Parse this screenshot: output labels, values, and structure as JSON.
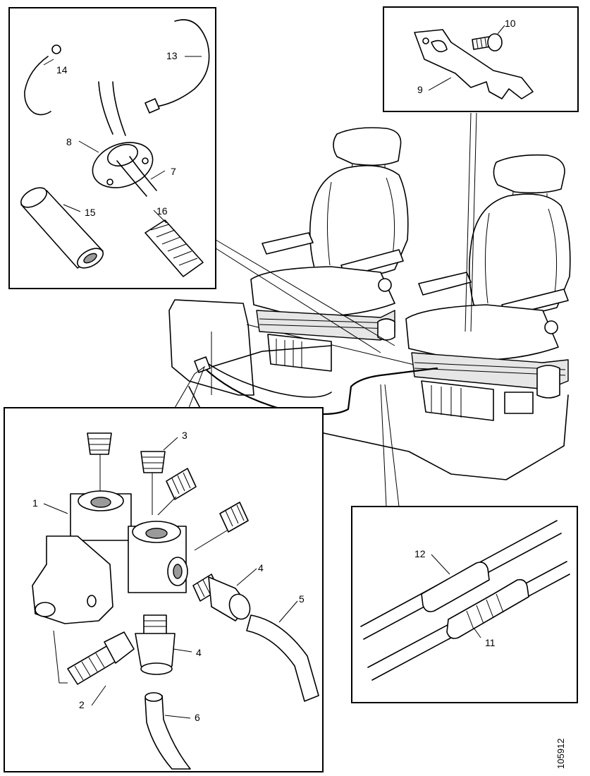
{
  "drawing": {
    "document_number": "105912",
    "callouts": {
      "c1": "1",
      "c2": "2",
      "c3": "3",
      "c4a": "4",
      "c4b": "4",
      "c5": "5",
      "c6": "6",
      "c7": "7",
      "c8": "8",
      "c9": "9",
      "c10": "10",
      "c11": "11",
      "c12": "12",
      "c13": "13",
      "c14": "14",
      "c15": "15",
      "c16": "16"
    }
  }
}
